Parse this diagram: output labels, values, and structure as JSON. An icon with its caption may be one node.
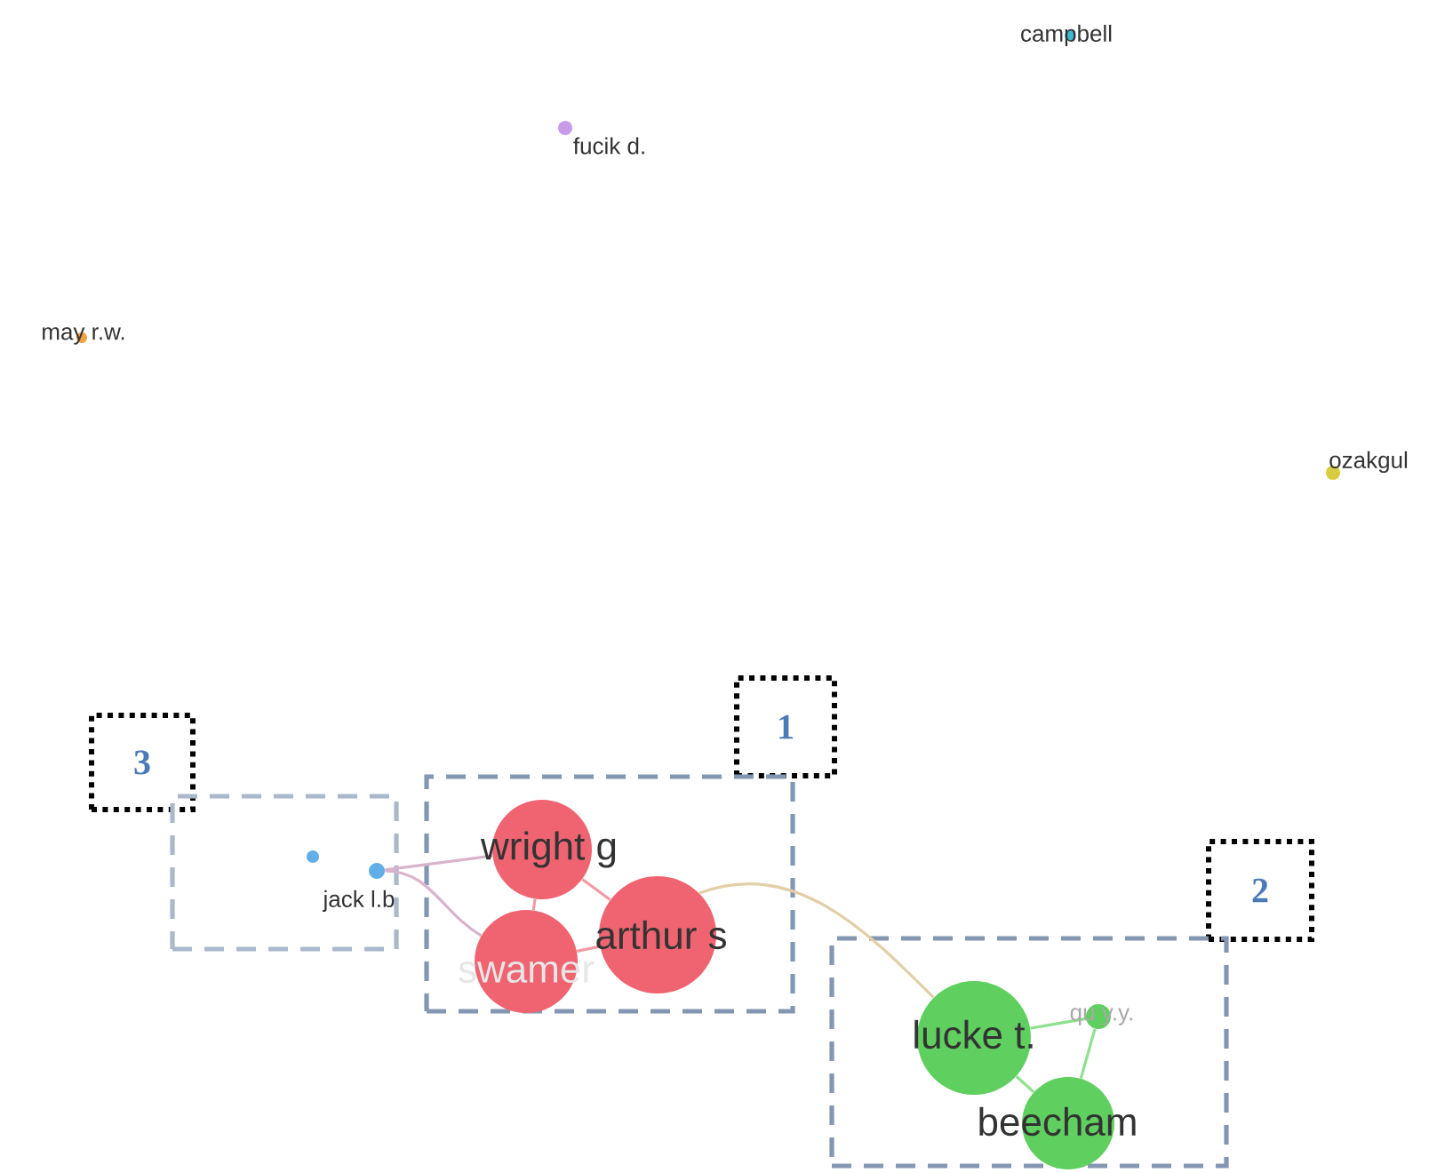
{
  "diagram": {
    "nodes": [
      {
        "text": [
          "campbell"
        ]
      },
      {
        "text": [
          "fucik d."
        ]
      },
      {
        "text": [
          "may r.w."
        ]
      },
      {
        "text": [
          "ozakgul"
        ]
      },
      {
        "text": [
          "1"
        ]
      },
      {
        "text": [
          "3"
        ]
      },
      {
        "text": [],
        "shape": "box"
      },
      {
        "text": [],
        "shape": "box"
      },
      {
        "text": [],
        "shape": "circle",
        "in": 6
      },
      {
        "text": [
          "jack l.b"
        ],
        "in": 6
      },
      {
        "text": [
          "wright g"
        ],
        "in": 7
      },
      {
        "text": [
          "arthur s"
        ],
        "in": 7
      },
      {
        "text": [
          "swamer"
        ],
        "in": 7
      },
      {
        "text": [
          "2"
        ]
      },
      {
        "text": [],
        "shape": "box"
      },
      {
        "text": [
          "qu y.y."
        ],
        "in": 14
      },
      {
        "text": [
          "lucke t."
        ],
        "in": 14
      },
      {
        "text": [
          "beecham"
        ],
        "in": 14
      }
    ],
    "edges": [
      {
        "from": 9,
        "to": 10,
        "arrow": "none",
        "color": "#d9b3cc"
      },
      {
        "from": 9,
        "to": 12,
        "arrow": "none",
        "color": "#d9b3cc"
      },
      {
        "from": 10,
        "to": 11,
        "arrow": "none",
        "color": "#f29aa3"
      },
      {
        "from": 10,
        "to": 12,
        "arrow": "none",
        "color": "#f29aa3"
      },
      {
        "from": 12,
        "to": 11,
        "arrow": "none",
        "color": "#f29aa3"
      },
      {
        "from": 11,
        "to": 16,
        "arrow": "none",
        "color": "#e2cfa6"
      },
      {
        "from": 16,
        "to": 17,
        "arrow": "none",
        "color": "#8fe08f"
      },
      {
        "from": 16,
        "to": 15,
        "arrow": "none",
        "color": "#8fe08f"
      },
      {
        "from": 15,
        "to": 17,
        "arrow": "none",
        "color": "#8fe08f"
      }
    ]
  }
}
